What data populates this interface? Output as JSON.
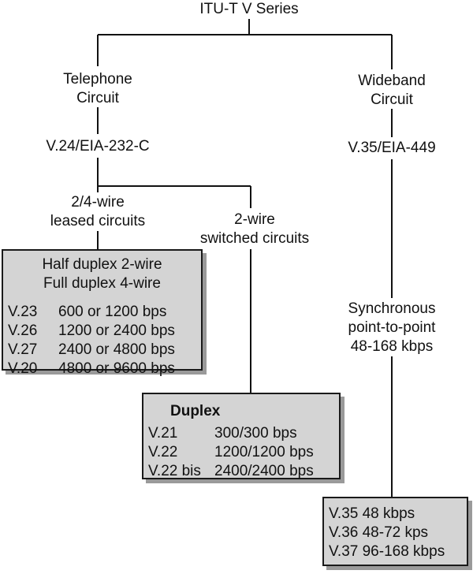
{
  "root": {
    "label": "ITU-T V Series"
  },
  "telephone": {
    "label_lines": [
      "Telephone",
      "Circuit"
    ],
    "standard": "V.24/EIA-232-C"
  },
  "wideband": {
    "label_lines": [
      "Wideband",
      "Circuit"
    ],
    "standard": "V.35/EIA-449",
    "mode_lines": [
      "Synchronous",
      "point-to-point",
      "48-168 kbps"
    ]
  },
  "leased": {
    "label_lines": [
      "2/4-wire",
      "leased circuits"
    ]
  },
  "switched": {
    "label_lines": [
      "2-wire",
      "switched circuits"
    ]
  },
  "half_box": {
    "header_lines": [
      "Half duplex 2-wire",
      "Full duplex 4-wire"
    ],
    "rows": [
      {
        "name": "V.23",
        "speed": "600 or 1200 bps"
      },
      {
        "name": "V.26",
        "speed": "1200 or 2400 bps"
      },
      {
        "name": "V.27",
        "speed": "2400 or 4800 bps"
      },
      {
        "name": "V.20",
        "speed": "4800 or 9600 bps"
      }
    ]
  },
  "duplex_box": {
    "title": "Duplex",
    "rows": [
      {
        "name": "V.21",
        "speed": "300/300 bps"
      },
      {
        "name": "V.22",
        "speed": "1200/1200 bps"
      },
      {
        "name": "V.22 bis",
        "speed": "2400/2400 bps"
      }
    ]
  },
  "wideband_box": {
    "rows": [
      "V.35 48 kbps",
      "V.36 48-72 kps",
      "V.37 96-168 kbps"
    ]
  },
  "colors": {
    "box_fill": "#d4d4d4",
    "box_shadow": "#9a9a9a",
    "line": "#111111"
  }
}
